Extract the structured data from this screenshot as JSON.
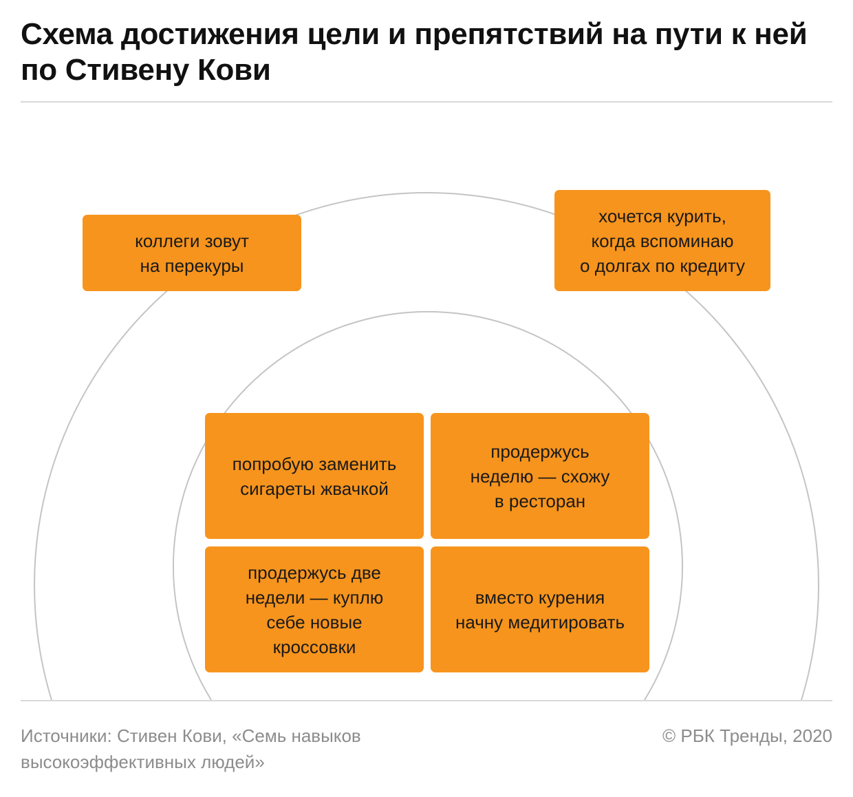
{
  "title": "Схема достижения цели и препятствий на пути к ней по Стивену Кови",
  "boxes": {
    "outer_left": "коллеги зовут\nна перекуры",
    "outer_right": "хочется курить,\nкогда вспоминаю\nо долгах по кредиту",
    "inner_top_left": "попробую заменить\nсигареты жвачкой",
    "inner_top_right": "продержусь\nнеделю — схожу\nв ресторан",
    "inner_bottom_left": "продержусь две\nнедели — куплю\nсебе новые\nкроссовки",
    "inner_bottom_right": "вместо курения\nначну медитировать"
  },
  "footer": {
    "source": "Источники: Стивен Кови, «Семь навыков\nвысокоэффективных людей»",
    "copyright": "© РБК Тренды, 2020"
  },
  "colors": {
    "box_fill": "#f7941d",
    "arc_stroke": "#c4c4c4",
    "rule": "#d9d9d9",
    "footer_text": "#8c8c8c"
  }
}
